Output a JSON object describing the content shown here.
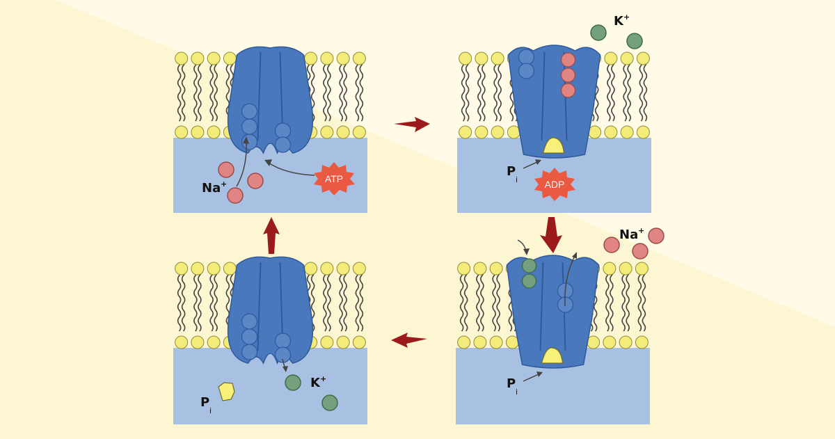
{
  "colors": {
    "background": "#fffbe6",
    "background_band": "#fdf6d3",
    "cytoplasm": "#a8c0e2",
    "protein": "#4a78bd",
    "protein_dark": "#2e5a9c",
    "phospholipid_head": "#f4ec7a",
    "sodium_ion": "#e08584",
    "potassium_ion": "#74a07e",
    "phosphate": "#f7f07a",
    "atp_burst": "#ea5a43",
    "arrow": "#9b1b1b"
  },
  "icons": [
    "sodium-ion-icon",
    "potassium-ion-icon",
    "atp-burst-icon",
    "adp-burst-icon",
    "phosphate-icon",
    "pump-protein-icon",
    "cycle-arrow-icon"
  ],
  "labels": {
    "na": "Na",
    "k": "K",
    "plus": "+",
    "p": "P",
    "i": "i",
    "atp": "ATP",
    "adp": "ADP"
  }
}
